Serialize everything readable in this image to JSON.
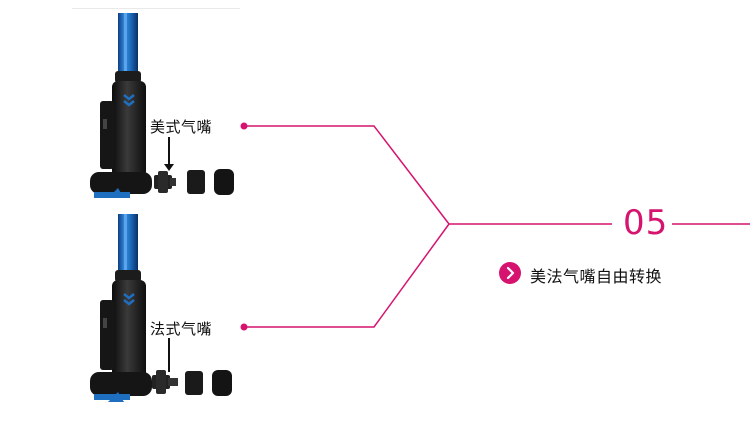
{
  "callouts": {
    "us_valve_label": "美式气嘴",
    "fr_valve_label": "法式气嘴"
  },
  "step": {
    "number": "05"
  },
  "feature": {
    "text": "美法气嘴自由转换",
    "bullet_icon": "chevron-right-icon"
  },
  "colors": {
    "accent": "#d6146f",
    "pump_barrel": "#1e6fc0",
    "pump_body": "#1a1a1a"
  }
}
